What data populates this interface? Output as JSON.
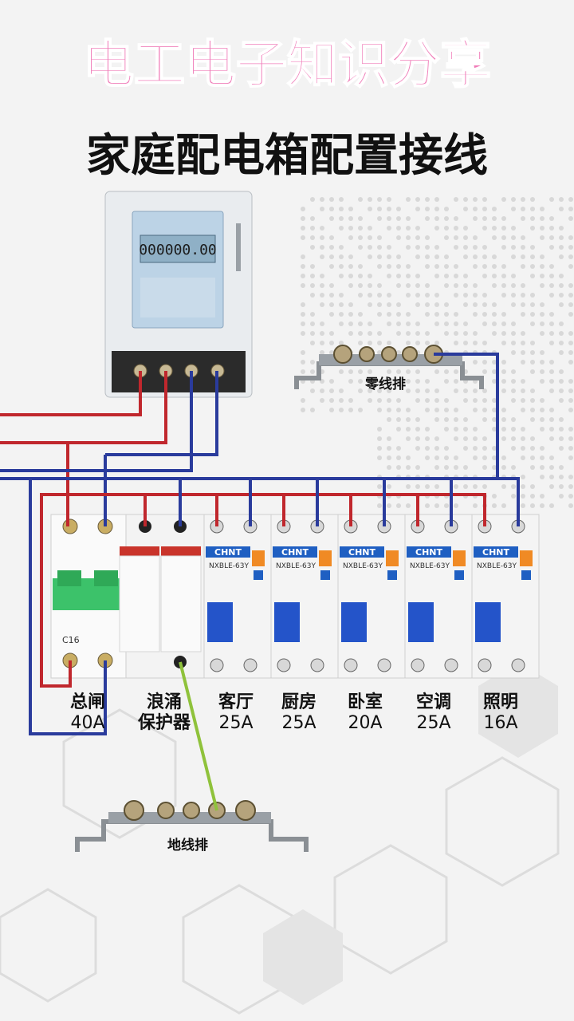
{
  "brand": "电工电子知识分享",
  "title": "家庭配电箱配置接线",
  "meter": {
    "reading": "000000.00"
  },
  "neutral_bar_label": "零线排",
  "ground_bar_label": "地线排",
  "breaker_brand": "CHNT",
  "breaker_model": "NXBLE-63Y",
  "main_breaker_rating": "C16",
  "circuits": [
    {
      "name": "总闸",
      "rating": "40A"
    },
    {
      "name": "浪涌\n保护器",
      "rating": ""
    },
    {
      "name": "客厅",
      "rating": "25A"
    },
    {
      "name": "厨房",
      "rating": "25A"
    },
    {
      "name": "卧室",
      "rating": "20A"
    },
    {
      "name": "空调",
      "rating": "25A"
    },
    {
      "name": "照明",
      "rating": "16A"
    }
  ]
}
